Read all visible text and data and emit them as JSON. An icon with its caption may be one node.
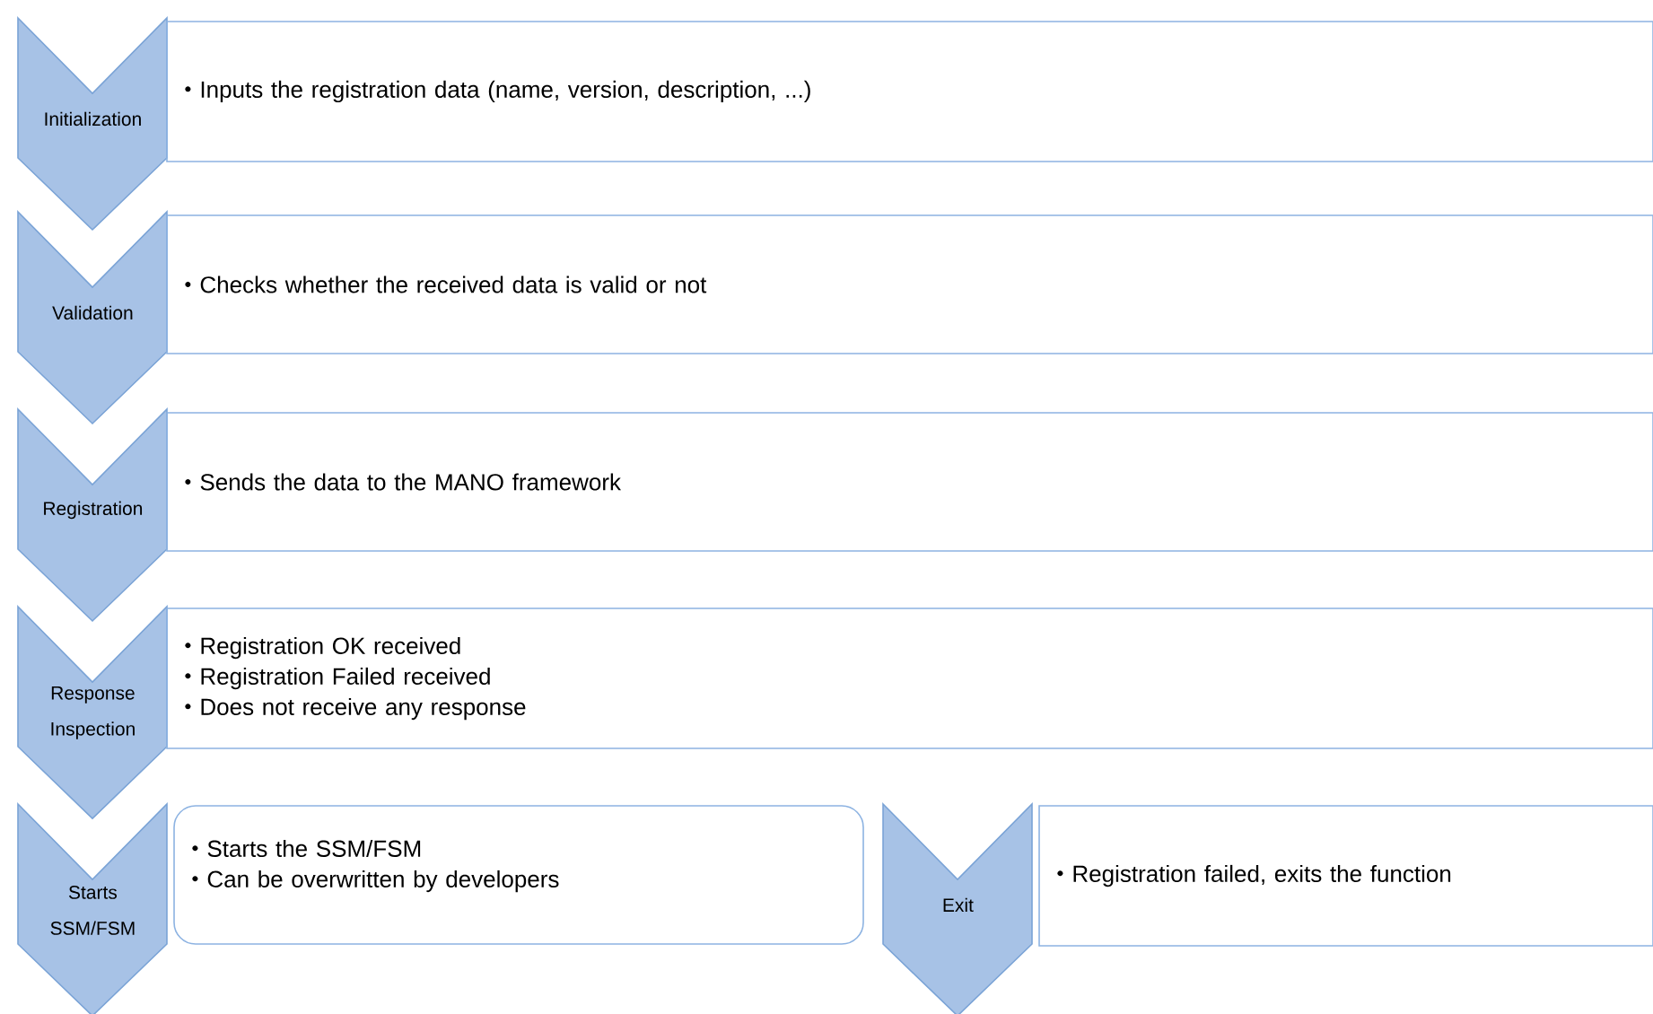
{
  "diagram": {
    "nodes": [
      {
        "text": [
          "Initialization"
        ]
      },
      {
        "text": [
          "Inputs the registration data (name, version, description, ...)"
        ]
      },
      {
        "text": [
          "Validation"
        ]
      },
      {
        "text": [
          "Checks whether the received data is valid or not"
        ]
      },
      {
        "text": [
          "Registration"
        ]
      },
      {
        "text": [
          "Sends the data to the MANO framework"
        ]
      },
      {
        "text": [
          "Response Inspection"
        ]
      },
      {
        "text": [
          "Registration OK received",
          "Registration Failed received",
          "Does not receive any response"
        ]
      },
      {
        "text": [
          "Starts SSM/FSM"
        ]
      },
      {
        "text": [
          "Starts the SSM/FSM",
          "Can be overwritten by developers"
        ]
      },
      {
        "text": [
          "Exit"
        ]
      },
      {
        "text": [
          "Registration failed, exits the function"
        ]
      }
    ]
  }
}
